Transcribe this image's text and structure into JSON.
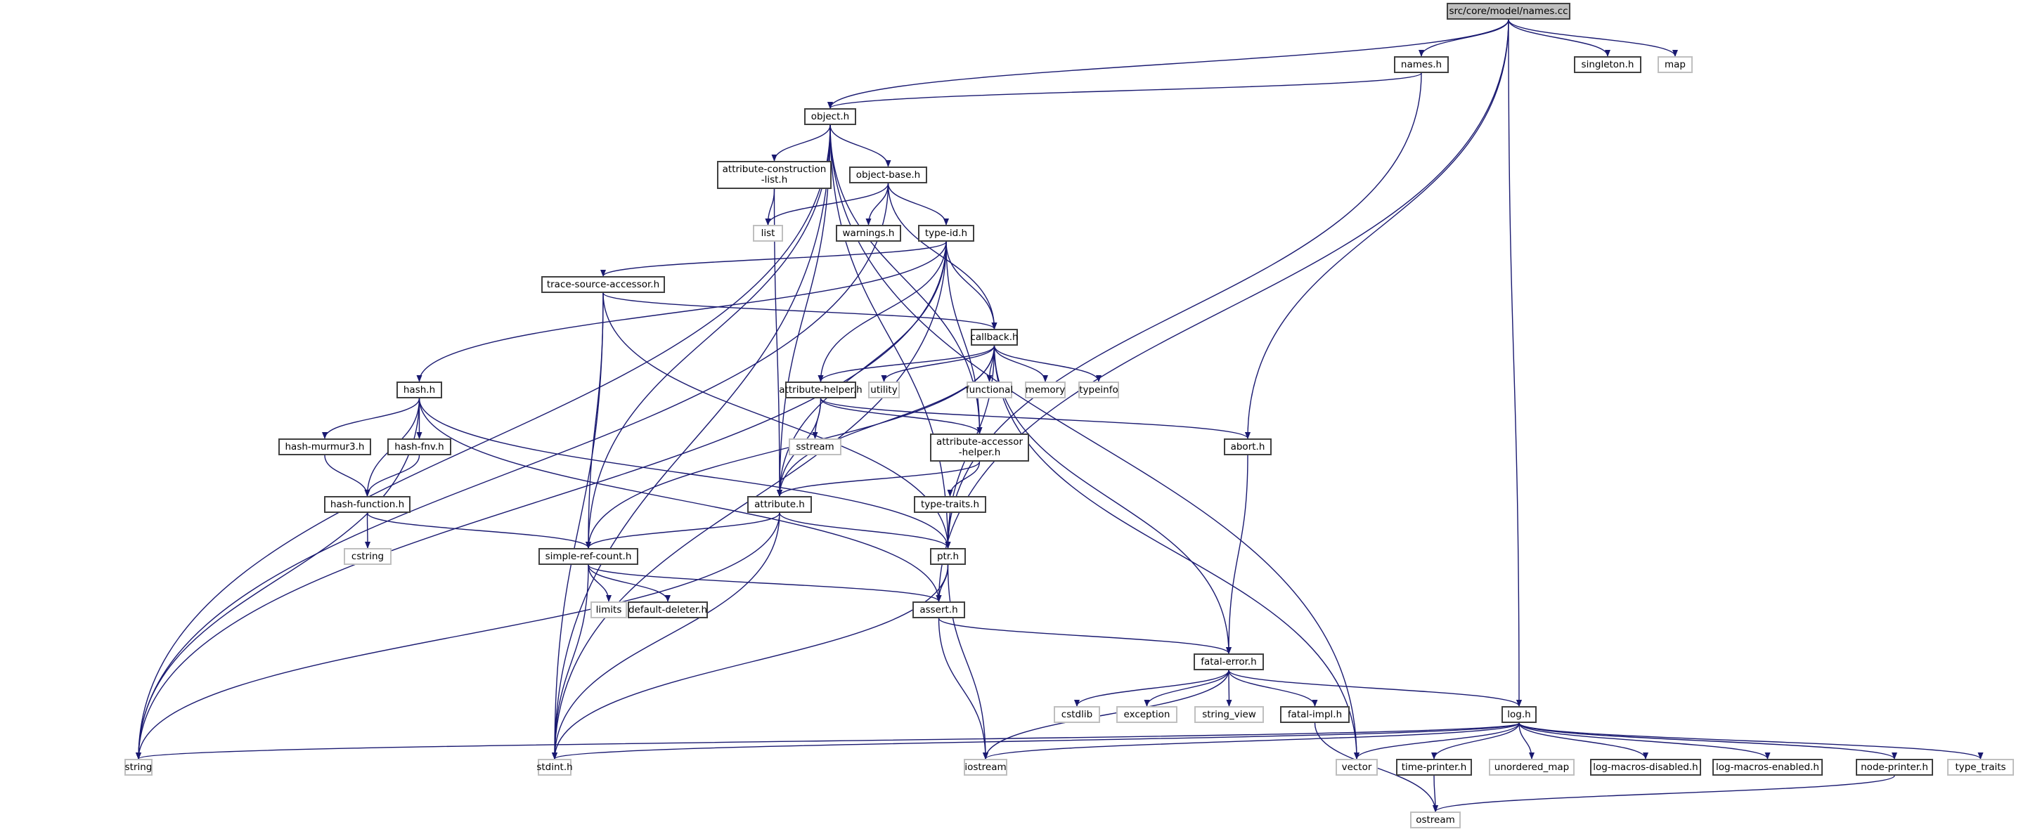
{
  "diagram": {
    "title": "src/core/model/names.cc",
    "type": "include-dependency-graph",
    "colors": {
      "edge": "#191970",
      "local_border": "#404040",
      "system_border": "#bfbfbf",
      "root_fill": "#bfbfbf"
    },
    "nodes": [
      {
        "id": "names_cc",
        "label": "src/core/model/names.cc",
        "kind": "root"
      },
      {
        "id": "names_h",
        "label": "names.h",
        "kind": "local"
      },
      {
        "id": "singleton_h",
        "label": "singleton.h",
        "kind": "local"
      },
      {
        "id": "map",
        "label": "map",
        "kind": "system"
      },
      {
        "id": "object_h",
        "label": "object.h",
        "kind": "local"
      },
      {
        "id": "attr_constr",
        "label": "attribute-construction\n-list.h",
        "kind": "local"
      },
      {
        "id": "object_base",
        "label": "object-base.h",
        "kind": "local"
      },
      {
        "id": "list",
        "label": "list",
        "kind": "system"
      },
      {
        "id": "warnings_h",
        "label": "warnings.h",
        "kind": "local"
      },
      {
        "id": "type_id",
        "label": "type-id.h",
        "kind": "local"
      },
      {
        "id": "trace_src",
        "label": "trace-source-accessor.h",
        "kind": "local"
      },
      {
        "id": "callback_h",
        "label": "callback.h",
        "kind": "local"
      },
      {
        "id": "hash_h",
        "label": "hash.h",
        "kind": "local"
      },
      {
        "id": "attr_helper",
        "label": "attribute-helper.h",
        "kind": "local"
      },
      {
        "id": "utility",
        "label": "utility",
        "kind": "system"
      },
      {
        "id": "functional",
        "label": "functional",
        "kind": "system"
      },
      {
        "id": "memory",
        "label": "memory",
        "kind": "system"
      },
      {
        "id": "typeinfo",
        "label": "typeinfo",
        "kind": "system"
      },
      {
        "id": "hash_murmur",
        "label": "hash-murmur3.h",
        "kind": "local"
      },
      {
        "id": "hash_fnv",
        "label": "hash-fnv.h",
        "kind": "local"
      },
      {
        "id": "sstream",
        "label": "sstream",
        "kind": "system"
      },
      {
        "id": "attr_acc",
        "label": "attribute-accessor\n-helper.h",
        "kind": "local"
      },
      {
        "id": "abort_h",
        "label": "abort.h",
        "kind": "local"
      },
      {
        "id": "hash_func",
        "label": "hash-function.h",
        "kind": "local"
      },
      {
        "id": "attribute_h",
        "label": "attribute.h",
        "kind": "local"
      },
      {
        "id": "type_traits_h",
        "label": "type-traits.h",
        "kind": "local"
      },
      {
        "id": "cstring",
        "label": "cstring",
        "kind": "system"
      },
      {
        "id": "simple_ref",
        "label": "simple-ref-count.h",
        "kind": "local"
      },
      {
        "id": "ptr_h",
        "label": "ptr.h",
        "kind": "local"
      },
      {
        "id": "limits",
        "label": "limits",
        "kind": "system"
      },
      {
        "id": "default_del",
        "label": "default-deleter.h",
        "kind": "local"
      },
      {
        "id": "assert_h",
        "label": "assert.h",
        "kind": "local"
      },
      {
        "id": "fatal_error",
        "label": "fatal-error.h",
        "kind": "local"
      },
      {
        "id": "cstdlib",
        "label": "cstdlib",
        "kind": "system"
      },
      {
        "id": "exception",
        "label": "exception",
        "kind": "system"
      },
      {
        "id": "string_view",
        "label": "string_view",
        "kind": "system"
      },
      {
        "id": "fatal_impl",
        "label": "fatal-impl.h",
        "kind": "local"
      },
      {
        "id": "log_h",
        "label": "log.h",
        "kind": "local"
      },
      {
        "id": "string",
        "label": "string",
        "kind": "system"
      },
      {
        "id": "stdint",
        "label": "stdint.h",
        "kind": "system"
      },
      {
        "id": "iostream",
        "label": "iostream",
        "kind": "system"
      },
      {
        "id": "vector",
        "label": "vector",
        "kind": "system"
      },
      {
        "id": "time_printer",
        "label": "time-printer.h",
        "kind": "local"
      },
      {
        "id": "unordered_map",
        "label": "unordered_map",
        "kind": "system"
      },
      {
        "id": "log_dis",
        "label": "log-macros-disabled.h",
        "kind": "local"
      },
      {
        "id": "log_en",
        "label": "log-macros-enabled.h",
        "kind": "local"
      },
      {
        "id": "node_printer",
        "label": "node-printer.h",
        "kind": "local"
      },
      {
        "id": "type_traits",
        "label": "type_traits",
        "kind": "system"
      },
      {
        "id": "ostream",
        "label": "ostream",
        "kind": "system"
      }
    ],
    "edges": [
      [
        "names_cc",
        "names_h"
      ],
      [
        "names_cc",
        "singleton_h"
      ],
      [
        "names_cc",
        "map"
      ],
      [
        "names_cc",
        "object_h"
      ],
      [
        "names_cc",
        "abort_h"
      ],
      [
        "names_cc",
        "assert_h"
      ],
      [
        "names_cc",
        "log_h"
      ],
      [
        "names_h",
        "object_h"
      ],
      [
        "names_h",
        "ptr_h"
      ],
      [
        "object_h",
        "attr_constr"
      ],
      [
        "object_h",
        "object_base"
      ],
      [
        "object_h",
        "string"
      ],
      [
        "object_h",
        "stdint"
      ],
      [
        "object_h",
        "simple_ref"
      ],
      [
        "object_h",
        "attribute_h"
      ],
      [
        "object_h",
        "attr_acc"
      ],
      [
        "object_h",
        "vector"
      ],
      [
        "object_h",
        "ptr_h"
      ],
      [
        "attr_constr",
        "list"
      ],
      [
        "attr_constr",
        "attribute_h"
      ],
      [
        "object_base",
        "list"
      ],
      [
        "object_base",
        "warnings_h"
      ],
      [
        "object_base",
        "type_id"
      ],
      [
        "object_base",
        "callback_h"
      ],
      [
        "object_base",
        "string"
      ],
      [
        "type_id",
        "trace_src"
      ],
      [
        "type_id",
        "callback_h"
      ],
      [
        "type_id",
        "hash_h"
      ],
      [
        "type_id",
        "attr_helper"
      ],
      [
        "type_id",
        "attribute_h"
      ],
      [
        "type_id",
        "attr_acc"
      ],
      [
        "type_id",
        "string"
      ],
      [
        "type_id",
        "stdint"
      ],
      [
        "trace_src",
        "callback_h"
      ],
      [
        "trace_src",
        "simple_ref"
      ],
      [
        "trace_src",
        "ptr_h"
      ],
      [
        "trace_src",
        "stdint"
      ],
      [
        "callback_h",
        "attr_helper"
      ],
      [
        "callback_h",
        "utility"
      ],
      [
        "callback_h",
        "functional"
      ],
      [
        "callback_h",
        "memory"
      ],
      [
        "callback_h",
        "typeinfo"
      ],
      [
        "callback_h",
        "attribute_h"
      ],
      [
        "callback_h",
        "simple_ref"
      ],
      [
        "callback_h",
        "ptr_h"
      ],
      [
        "callback_h",
        "fatal_error"
      ],
      [
        "callback_h",
        "vector"
      ],
      [
        "hash_h",
        "hash_murmur"
      ],
      [
        "hash_h",
        "hash_fnv"
      ],
      [
        "hash_h",
        "hash_func"
      ],
      [
        "hash_h",
        "string"
      ],
      [
        "hash_h",
        "ptr_h"
      ],
      [
        "hash_h",
        "assert_h"
      ],
      [
        "hash_murmur",
        "hash_func"
      ],
      [
        "hash_fnv",
        "hash_func"
      ],
      [
        "hash_func",
        "cstring"
      ],
      [
        "hash_func",
        "simple_ref"
      ],
      [
        "attr_helper",
        "sstream"
      ],
      [
        "attr_helper",
        "attribute_h"
      ],
      [
        "attr_helper",
        "attr_acc"
      ],
      [
        "attr_helper",
        "abort_h"
      ],
      [
        "attr_acc",
        "attribute_h"
      ],
      [
        "attr_acc",
        "type_traits_h"
      ],
      [
        "type_traits_h",
        "ptr_h"
      ],
      [
        "attribute_h",
        "simple_ref"
      ],
      [
        "attribute_h",
        "ptr_h"
      ],
      [
        "attribute_h",
        "string"
      ],
      [
        "attribute_h",
        "stdint"
      ],
      [
        "abort_h",
        "fatal_error"
      ],
      [
        "simple_ref",
        "limits"
      ],
      [
        "simple_ref",
        "default_del"
      ],
      [
        "simple_ref",
        "assert_h"
      ],
      [
        "simple_ref",
        "stdint"
      ],
      [
        "ptr_h",
        "assert_h"
      ],
      [
        "ptr_h",
        "iostream"
      ],
      [
        "ptr_h",
        "stdint"
      ],
      [
        "assert_h",
        "fatal_error"
      ],
      [
        "assert_h",
        "iostream"
      ],
      [
        "fatal_error",
        "cstdlib"
      ],
      [
        "fatal_error",
        "exception"
      ],
      [
        "fatal_error",
        "string_view"
      ],
      [
        "fatal_error",
        "fatal_impl"
      ],
      [
        "fatal_error",
        "log_h"
      ],
      [
        "fatal_error",
        "iostream"
      ],
      [
        "fatal_impl",
        "ostream"
      ],
      [
        "log_h",
        "string"
      ],
      [
        "log_h",
        "stdint"
      ],
      [
        "log_h",
        "iostream"
      ],
      [
        "log_h",
        "vector"
      ],
      [
        "log_h",
        "time_printer"
      ],
      [
        "log_h",
        "unordered_map"
      ],
      [
        "log_h",
        "log_dis"
      ],
      [
        "log_h",
        "log_en"
      ],
      [
        "log_h",
        "node_printer"
      ],
      [
        "log_h",
        "type_traits"
      ],
      [
        "time_printer",
        "ostream"
      ],
      [
        "node_printer",
        "ostream"
      ]
    ]
  }
}
